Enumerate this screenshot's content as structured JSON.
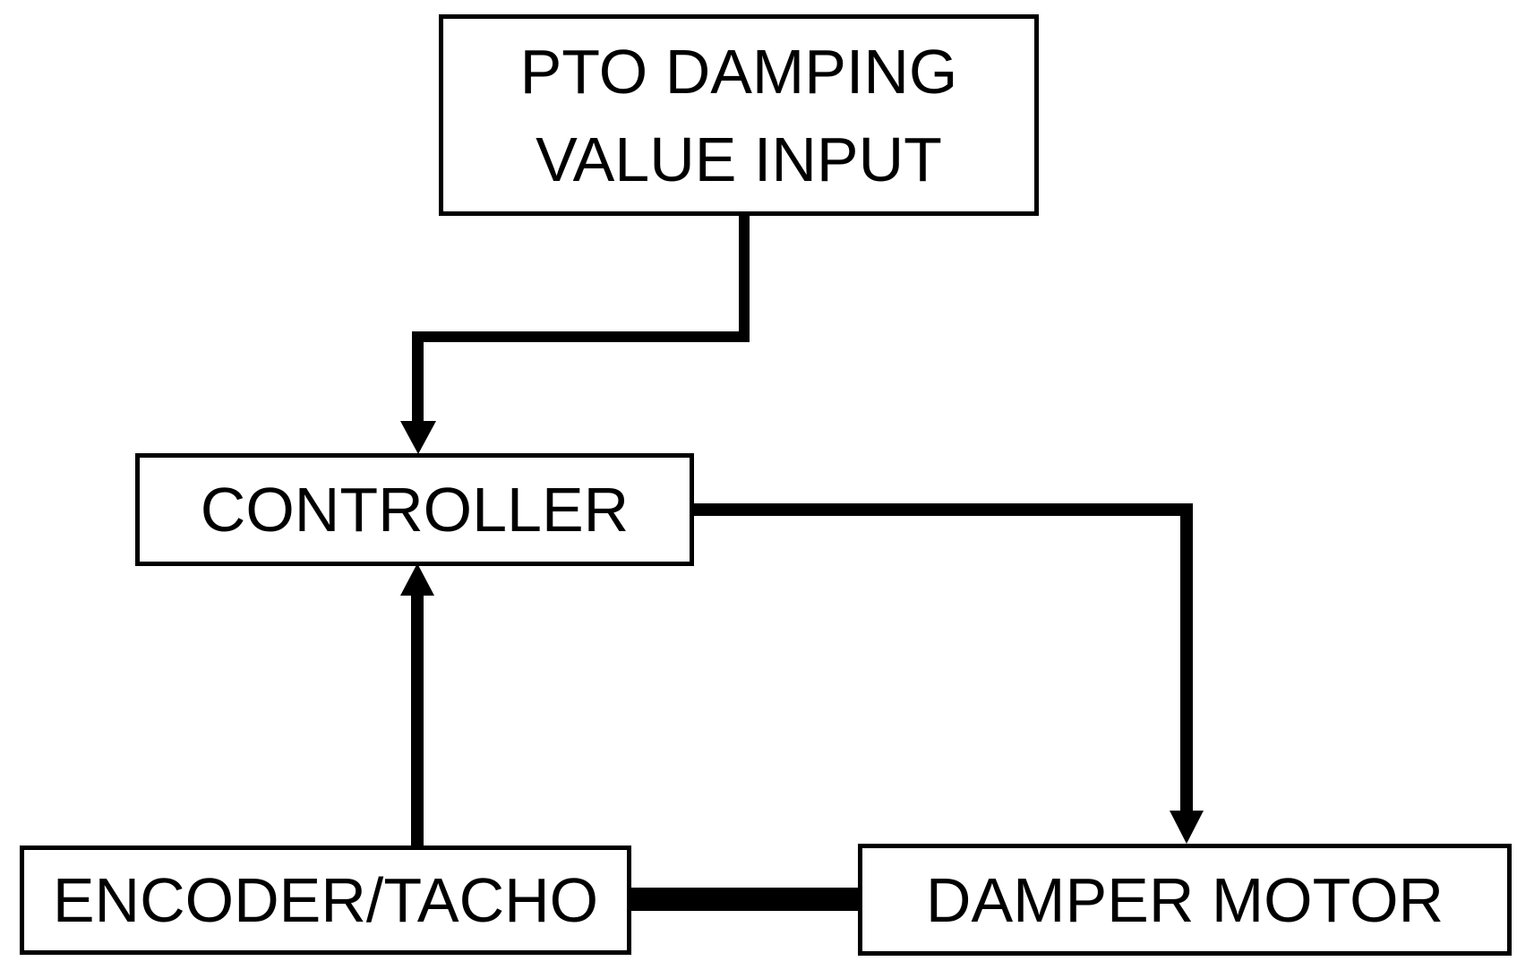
{
  "diagram": {
    "type": "block-diagram",
    "background_color": "#ffffff",
    "line_color": "#000000",
    "box_fill_color": "#ffffff",
    "box_border_color": "#000000",
    "text_color": "#000000",
    "nodes": {
      "pto_input": {
        "lines": [
          "PTO DAMPING",
          "VALUE INPUT"
        ],
        "label": "PTO DAMPING VALUE INPUT"
      },
      "controller": {
        "label": "CONTROLLER"
      },
      "encoder_tacho": {
        "label": "ENCODER/TACHO"
      },
      "damper_motor": {
        "label": "DAMPER MOTOR"
      }
    },
    "edges": [
      {
        "from": "PTO DAMPING VALUE INPUT",
        "to": "CONTROLLER",
        "style": "elbow-line",
        "arrowhead": "down-into-controller-top"
      },
      {
        "from": "CONTROLLER",
        "to": "DAMPER MOTOR",
        "style": "elbow-line",
        "arrowhead": "down-into-damper-motor-top"
      },
      {
        "from": "ENCODER/TACHO",
        "to": "CONTROLLER",
        "style": "straight-line",
        "arrowhead": "up-into-controller-bottom"
      },
      {
        "from": "ENCODER/TACHO",
        "to": "DAMPER MOTOR",
        "style": "thick-line",
        "arrowhead": "none"
      }
    ]
  }
}
